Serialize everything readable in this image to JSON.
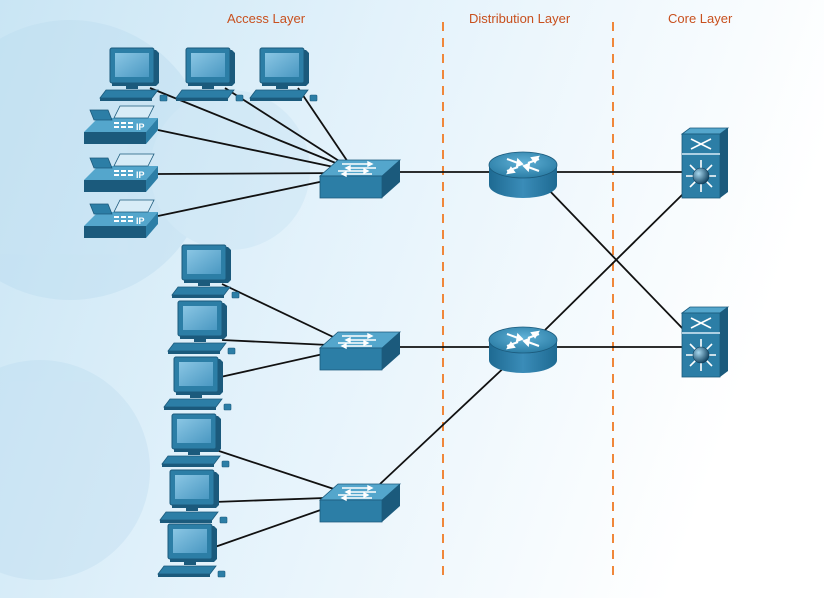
{
  "layers": {
    "access": "Access Layer",
    "distribution": "Distribution Layer",
    "core": "Core Layer"
  },
  "phone_label": "IP",
  "colors": {
    "device": "#2c7ea6",
    "device_light": "#54a6cc",
    "device_dark": "#1b5a7c",
    "link": "#111111",
    "divider": "#f0873a",
    "title": "#c8501e"
  }
}
